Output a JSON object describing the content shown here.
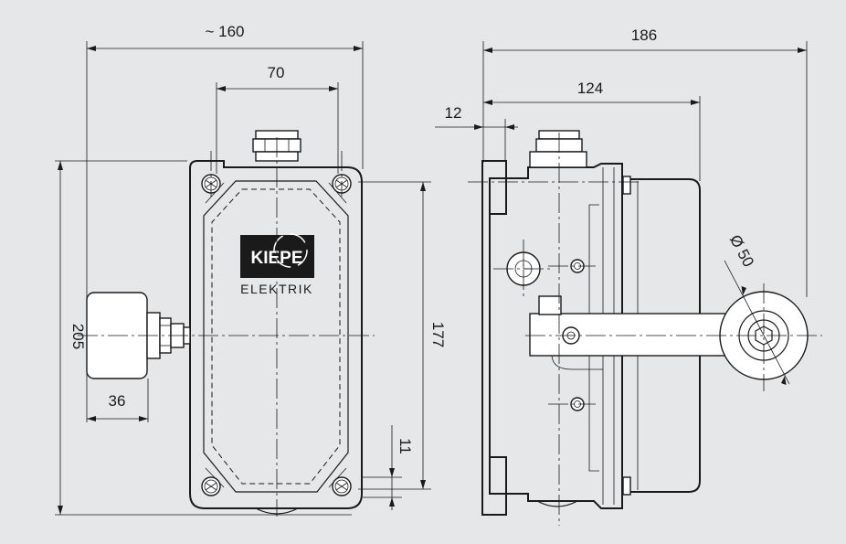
{
  "dimensions": {
    "front_width": "~ 160",
    "front_hole_spacing": "70",
    "front_height": "205",
    "front_hole_height": "177",
    "actuator_depth": "36",
    "bottom_offset": "11",
    "side_total": "186",
    "side_body": "124",
    "side_flange": "12",
    "roller_diameter": "Ø 50"
  },
  "logo": {
    "brand": "KIEPE",
    "subtitle": "ELEKTRIK"
  },
  "colors": {
    "background": "#e6e7e8",
    "line": "#1a1a1a",
    "logo_fill": "#1a1a1a"
  }
}
